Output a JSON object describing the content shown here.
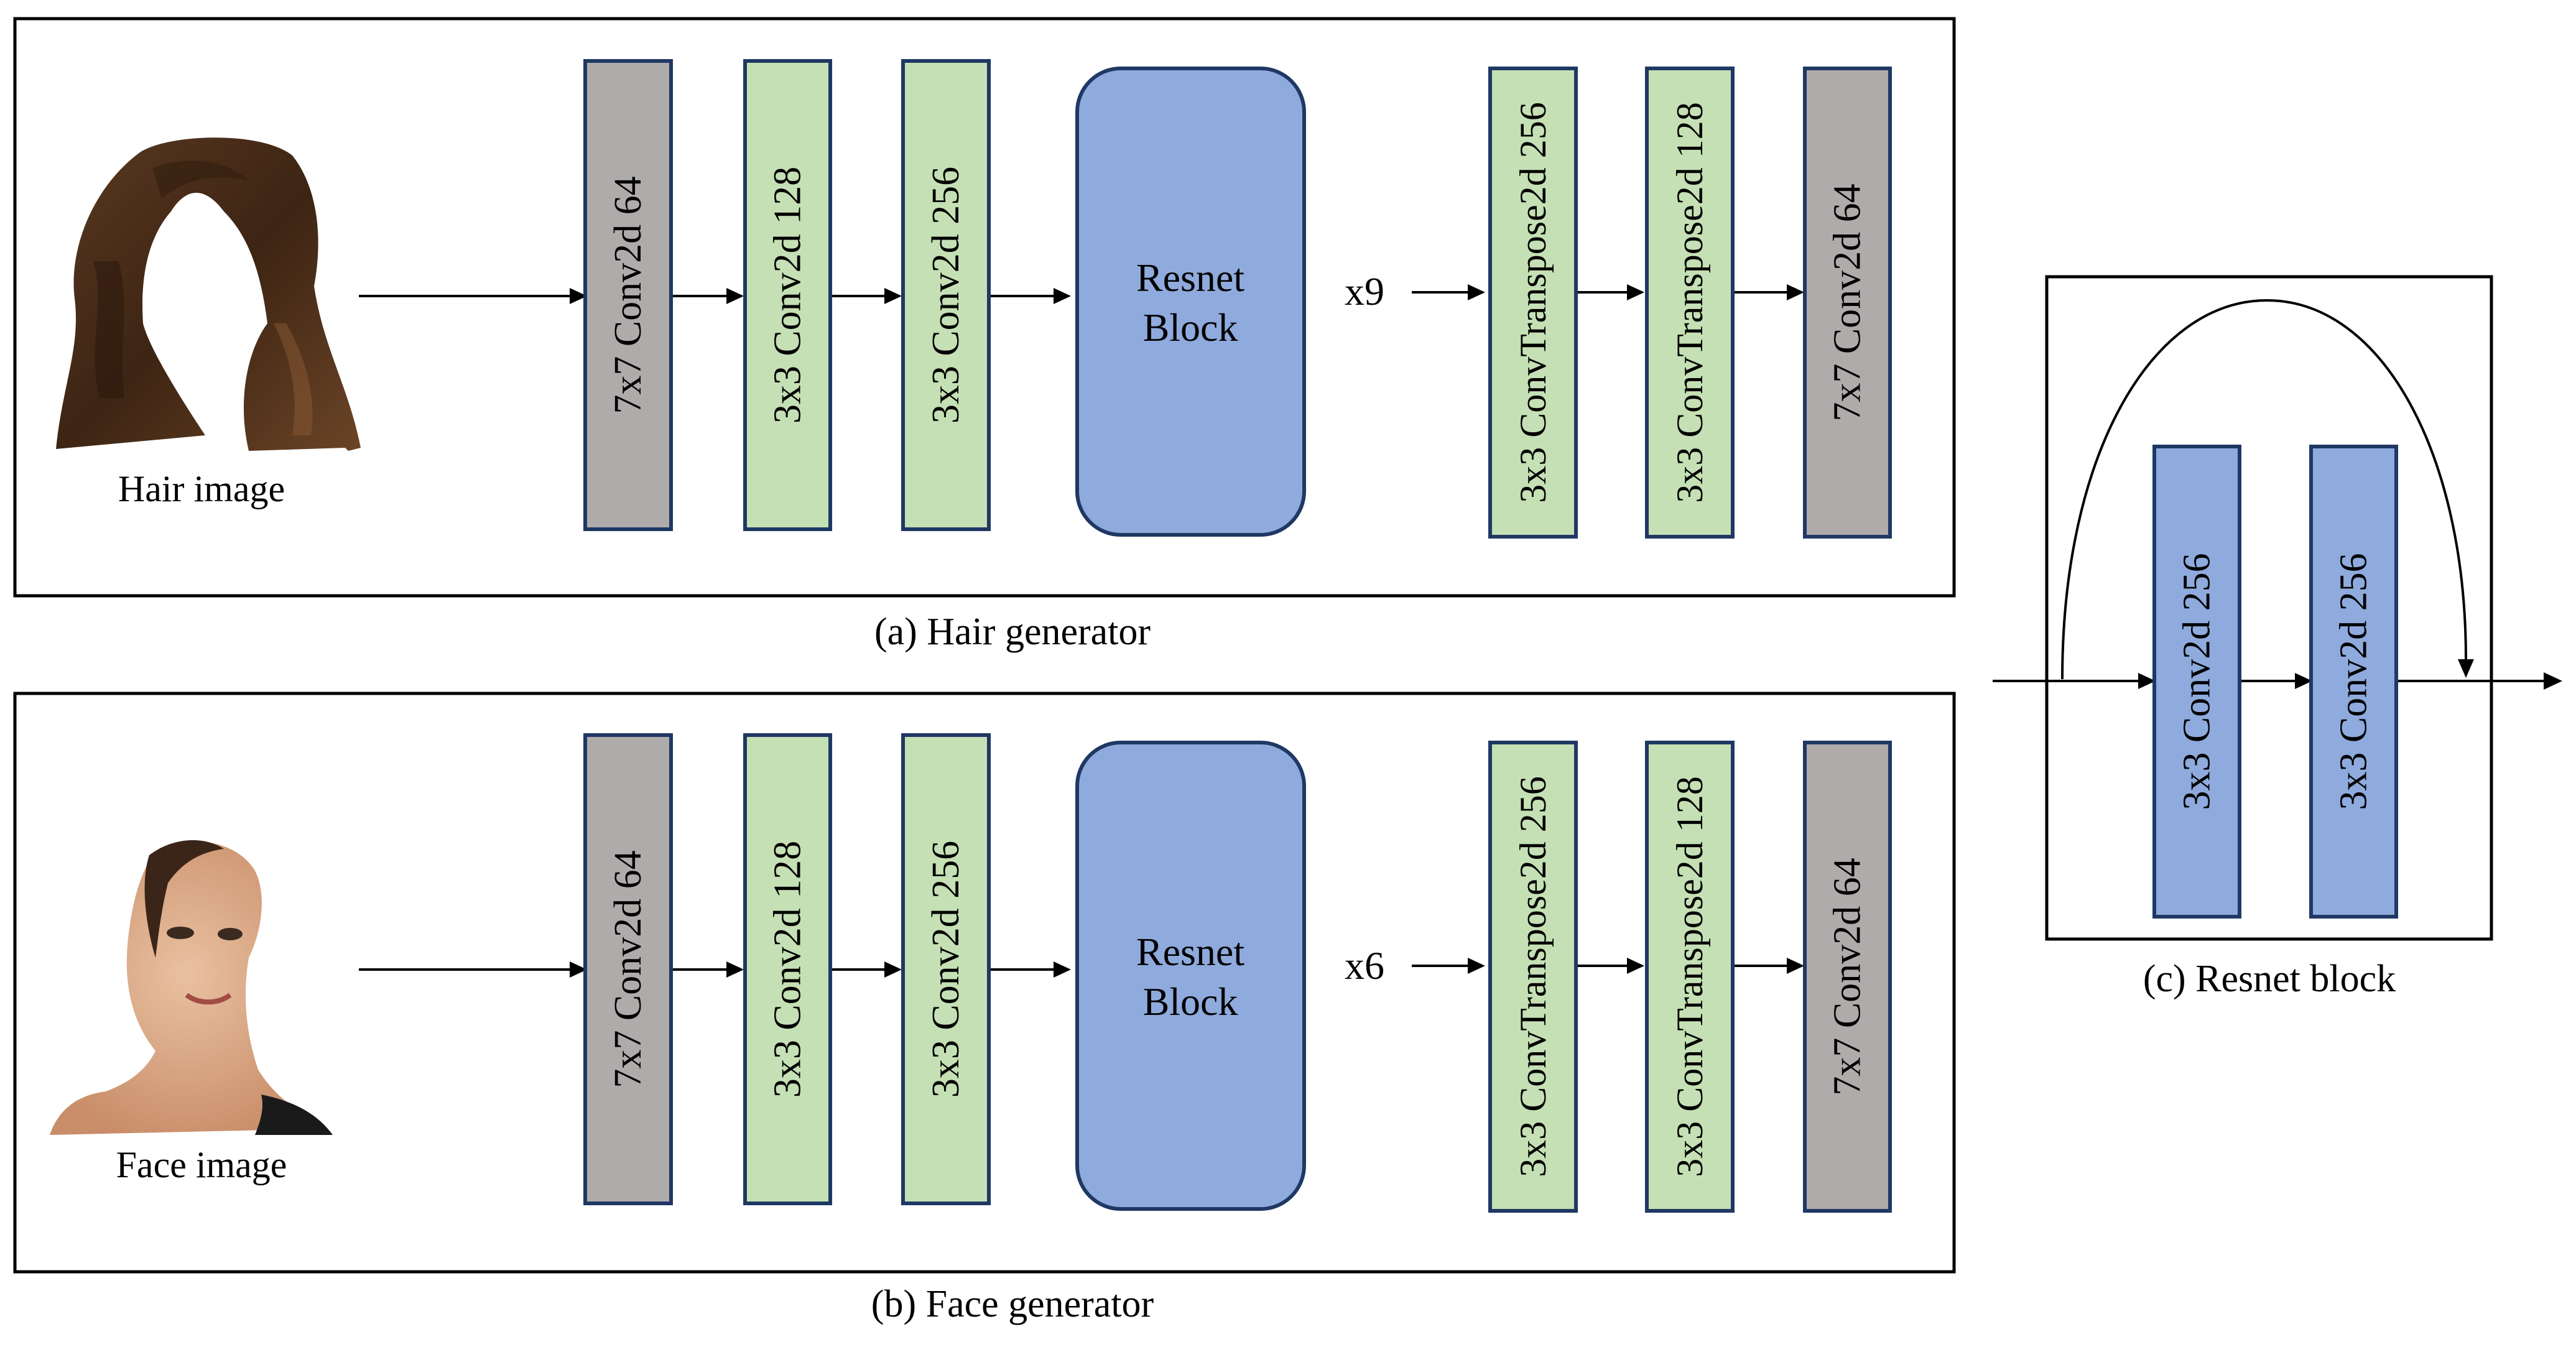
{
  "colors": {
    "block_border": "#1F3864",
    "gray_fill": "#AFABAB",
    "green_fill": "#C5E0B4",
    "blue_fill": "#8FAADC",
    "line": "#000000"
  },
  "generators": [
    {
      "caption": "(a) Hair generator",
      "input_caption": "Hair image",
      "input_image": "hair-photo",
      "encoder": [
        {
          "label": "7x7 Conv2d 64",
          "fill": "gray"
        },
        {
          "label": "3x3 Conv2d 128",
          "fill": "green"
        },
        {
          "label": "3x3 Conv2d 256",
          "fill": "green"
        }
      ],
      "resnet_label_line1": "Resnet",
      "resnet_label_line2": "Block",
      "repeat_label": "x9",
      "decoder": [
        {
          "label": "3x3 ConvTranspose2d 256",
          "fill": "green"
        },
        {
          "label": "3x3 ConvTranspose2d 128",
          "fill": "green"
        },
        {
          "label": "7x7 Conv2d 64",
          "fill": "gray"
        }
      ]
    },
    {
      "caption": "(b) Face generator",
      "input_caption": "Face image",
      "input_image": "face-photo",
      "encoder": [
        {
          "label": "7x7 Conv2d 64",
          "fill": "gray"
        },
        {
          "label": "3x3 Conv2d 128",
          "fill": "green"
        },
        {
          "label": "3x3 Conv2d 256",
          "fill": "green"
        }
      ],
      "resnet_label_line1": "Resnet",
      "resnet_label_line2": "Block",
      "repeat_label": "x6",
      "decoder": [
        {
          "label": "3x3 ConvTranspose2d 256",
          "fill": "green"
        },
        {
          "label": "3x3 ConvTranspose2d 128",
          "fill": "green"
        },
        {
          "label": "7x7 Conv2d 64",
          "fill": "gray"
        }
      ]
    }
  ],
  "resnet_detail": {
    "caption": "(c) Resnet block",
    "layers": [
      {
        "label": "3x3 Conv2d 256",
        "fill": "blue"
      },
      {
        "label": "3x3 Conv2d 256",
        "fill": "blue"
      }
    ]
  }
}
